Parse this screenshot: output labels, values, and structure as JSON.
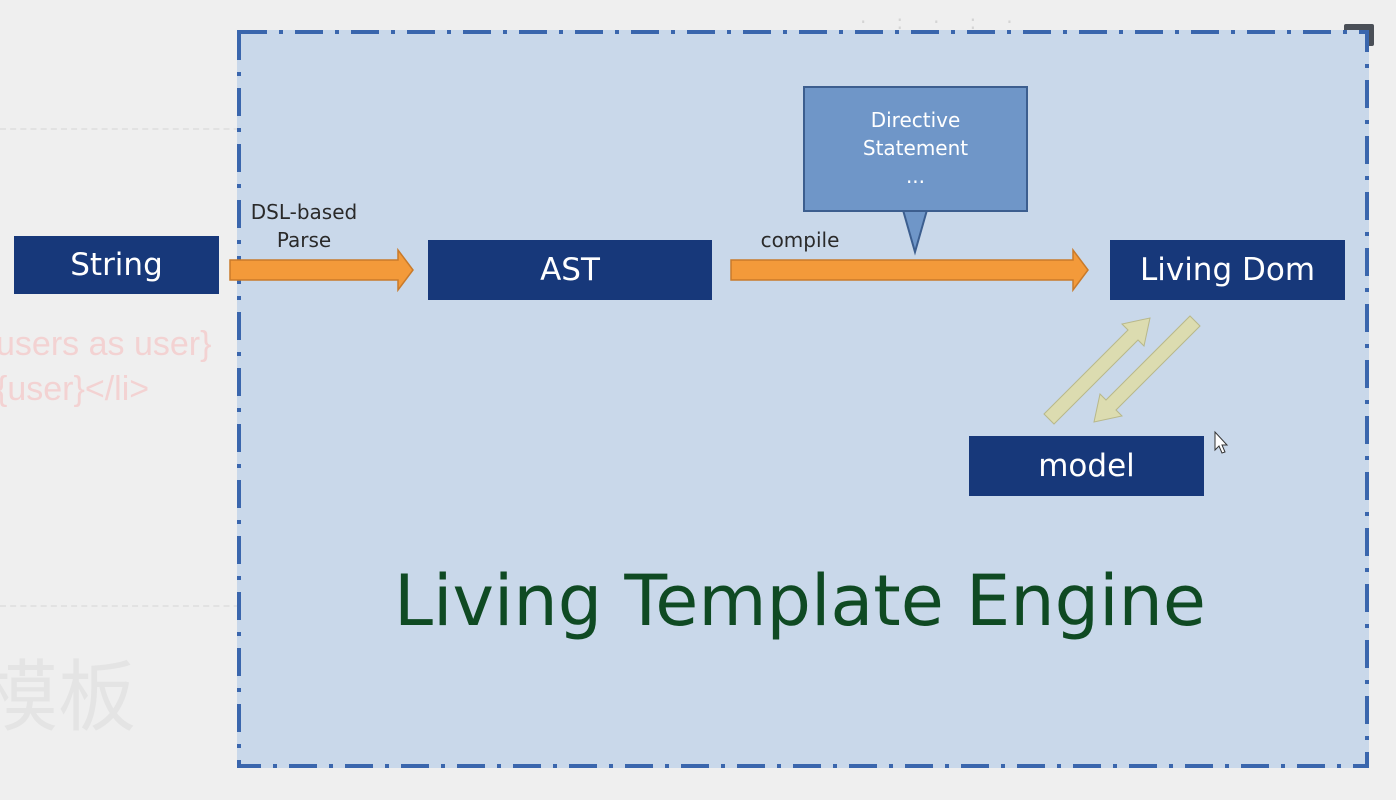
{
  "background": {
    "code_line_1": "users as user}",
    "code_line_2": "{user}</li>",
    "heading_fragment": "模板"
  },
  "diagram": {
    "nodes": {
      "string": "String",
      "ast": "AST",
      "living_dom": "Living Dom",
      "model": "model"
    },
    "edges": {
      "parse_label_line1": "DSL-based",
      "parse_label_line2": "Parse",
      "compile_label": "compile"
    },
    "callout": {
      "line1": "Directive",
      "line2": "Statement",
      "line3": "..."
    },
    "title": "Living Template Engine"
  },
  "colors": {
    "frame_fill": "#c9d8ea",
    "frame_border": "#3a66ad",
    "node_fill": "#17387a",
    "arrow_orange": "#f39a3a",
    "sync_arrow": "#dcdcb0",
    "title_green": "#0f4a23"
  }
}
